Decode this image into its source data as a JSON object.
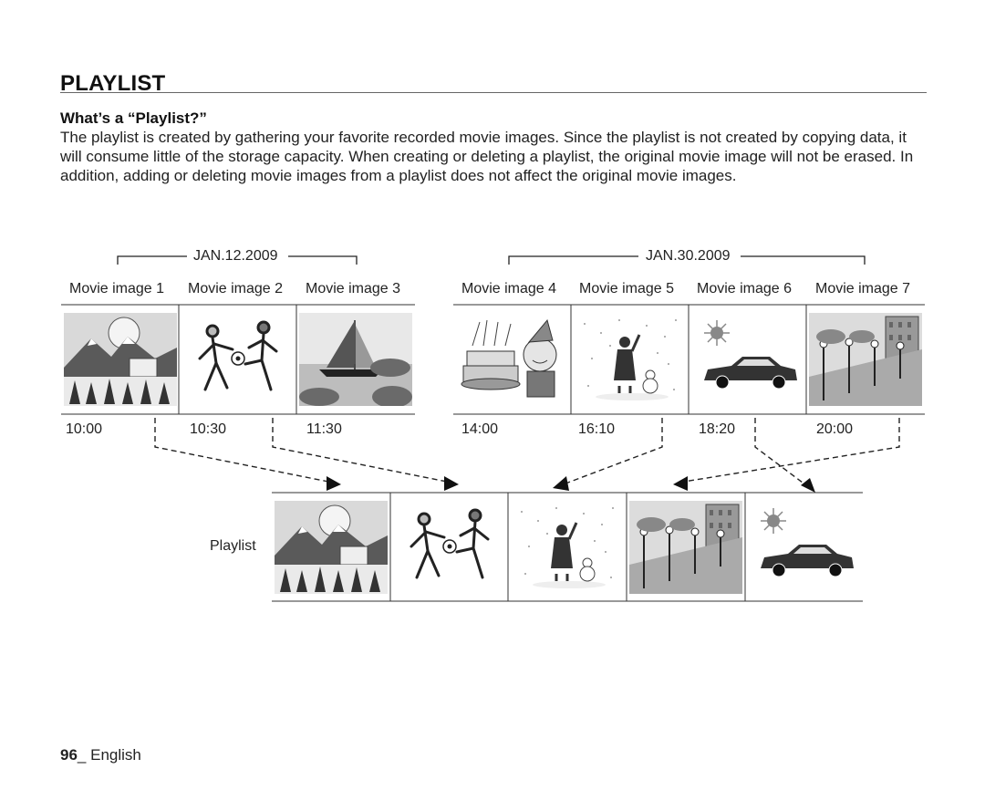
{
  "page": {
    "title": "PLAYLIST",
    "subheading": "What’s a “Playlist?”",
    "body": "The playlist is created by gathering your favorite recorded movie images. Since the playlist is not created by copying data, it will consume little of the storage capacity. When creating or deleting a playlist, the original movie image will not be erased. In addition, adding or deleting movie images from a playlist does not affect the original movie images."
  },
  "diagram": {
    "groups": [
      {
        "date": "JAN.12.2009"
      },
      {
        "date": "JAN.30.2009"
      }
    ],
    "movies": [
      {
        "label": "Movie image 1",
        "time": "10:00",
        "picture": "mountain-landscape"
      },
      {
        "label": "Movie image 2",
        "time": "10:30",
        "picture": "soccer-players"
      },
      {
        "label": "Movie image 3",
        "time": "11:30",
        "picture": "sailboat"
      },
      {
        "label": "Movie image 4",
        "time": "14:00",
        "picture": "birthday-cake"
      },
      {
        "label": "Movie image 5",
        "time": "16:10",
        "picture": "girl-in-snow"
      },
      {
        "label": "Movie image 6",
        "time": "18:20",
        "picture": "car"
      },
      {
        "label": "Movie image 7",
        "time": "20:00",
        "picture": "street-lamps"
      }
    ],
    "playlist_label": "Playlist",
    "playlist_pictures": [
      "mountain-landscape",
      "soccer-players",
      "girl-in-snow",
      "street-lamps",
      "car"
    ]
  },
  "footer": {
    "page_number": "96",
    "separator": "_ ",
    "language": "English"
  }
}
